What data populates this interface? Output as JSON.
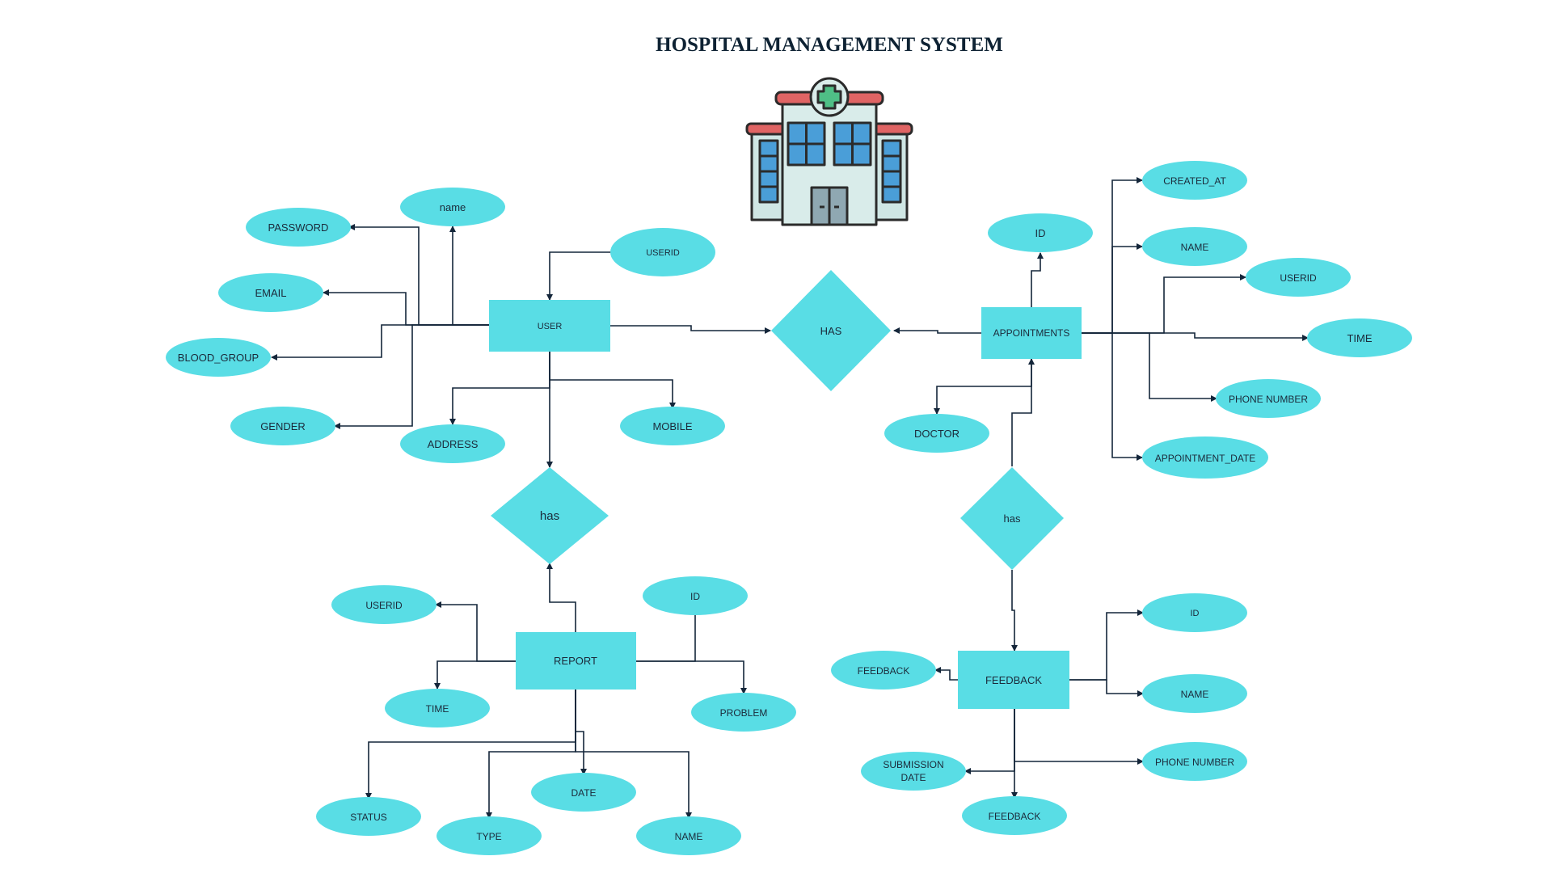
{
  "title": "HOSPITAL MANAGEMENT SYSTEM",
  "colors": {
    "shape_fill": "#59dde5",
    "line": "#14263a",
    "title": "#0e2233"
  },
  "icon": "hospital-building-icon",
  "entities": {
    "user": "USER",
    "appointments": "APPOINTMENTS",
    "report": "REPORT",
    "feedback": "FEEDBACK"
  },
  "relationships": {
    "user_appointments": "HAS",
    "user_report": "has",
    "appointments_feedback": "has"
  },
  "user_attributes": {
    "password": "PASSWORD",
    "name": "name",
    "email": "EMAIL",
    "blood_group": "BLOOD_GROUP",
    "gender": "GENDER",
    "address": "ADDRESS",
    "mobile": "MOBILE",
    "userid": "USERID"
  },
  "appointment_attributes": {
    "id": "ID",
    "doctor": "DOCTOR",
    "created_at": "CREATED_AT",
    "name": "NAME",
    "userid": "USERID",
    "time": "TIME",
    "phone_number": "PHONE NUMBER",
    "appointment_date": "APPOINTMENT_DATE"
  },
  "report_attributes": {
    "userid": "USERID",
    "id": "ID",
    "time": "TIME",
    "problem": "PROBLEM",
    "status": "STATUS",
    "type": "TYPE",
    "date": "DATE",
    "name": "NAME"
  },
  "feedback_attributes": {
    "feedback_left": "FEEDBACK",
    "id": "ID",
    "name": "NAME",
    "submission_date_line1": "SUBMISSION",
    "submission_date_line2": "DATE",
    "phone_number": "PHONE NUMBER",
    "feedback_bottom": "FEEDBACK"
  }
}
